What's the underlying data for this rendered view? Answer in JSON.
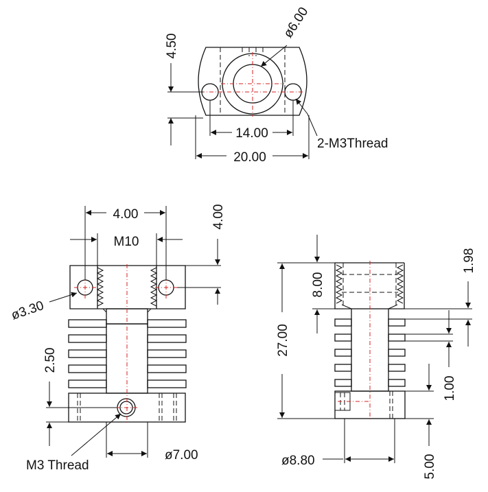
{
  "top_view": {
    "dim_height": "4.50",
    "dim_bore": "ø6.00",
    "dim_hole_spacing": "14.00",
    "dim_width": "20.00",
    "note_threads": "2-M3Thread"
  },
  "front_view": {
    "dim_fin_spacing": "4.00",
    "label_thread": "M10",
    "dim_top_height": "4.00",
    "dim_hole_dia": "ø3.30",
    "dim_base_offset": "2.50",
    "note_thread": "M3 Thread",
    "dim_throat_dia": "ø7.00"
  },
  "side_view": {
    "dim_top_block": "8.00",
    "dim_total_height": "27.00",
    "dim_fin_pitch": "1.98",
    "dim_fin_thickness": "1.00",
    "dim_base_height": "5.00",
    "dim_core_dia": "ø8.80"
  }
}
